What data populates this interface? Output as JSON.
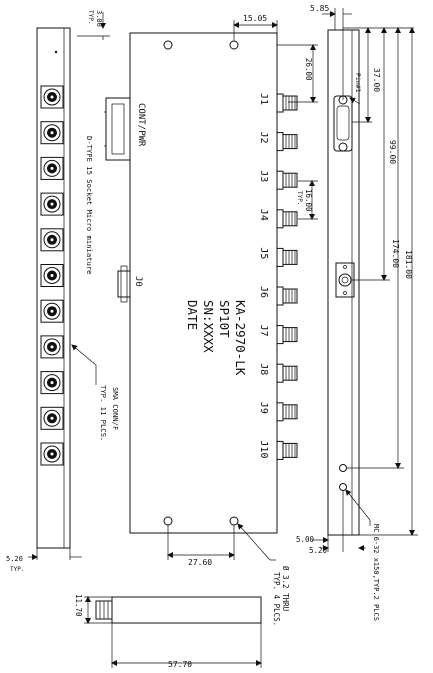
{
  "dimensions": {
    "top_left_offset": "3.00",
    "top_left_typ": "TYP.",
    "top_hole_offset": "15.05",
    "right_pin_offset": "5.85",
    "first_jack_offset": "26.00",
    "pin_to_dsub": "37.00",
    "jack_pitch": "16.00",
    "jack_pitch_typ": "TYP.",
    "to_mount_hole": "99.00",
    "overall_hole_span": "174.00",
    "overall_length": "181.00",
    "bottom_left_edge": "5.20",
    "bottom_left_typ": "TYP.",
    "bottom_hole_spacing": "27.60",
    "right_edge_a": "5.00",
    "right_edge_b": "5.20",
    "side_view_height": "11.70",
    "side_view_length": "57.70"
  },
  "labels": {
    "connector_cont": "CONT/PWR",
    "dsub_note": "D-TYPE 15 Socket Micro miniature",
    "sma_conn": "SMA CONN/F",
    "sma_count": "TYP. 11 PLCS.",
    "common_port": "J0",
    "right_pin": "Pin#1",
    "thru_hole": "Ø 3.2 THRU",
    "thru_count": "TYP. 4 PLCS.",
    "tapped_hole": "MC 6-32 x150,TYP.2 PLCS"
  },
  "ports": [
    "J1",
    "J2",
    "J3",
    "J4",
    "J5",
    "J6",
    "J7",
    "J8",
    "J9",
    "J10"
  ],
  "body_text": [
    "KA-2970-LK",
    "SP10T",
    "SN:XXXX",
    "DATE"
  ]
}
